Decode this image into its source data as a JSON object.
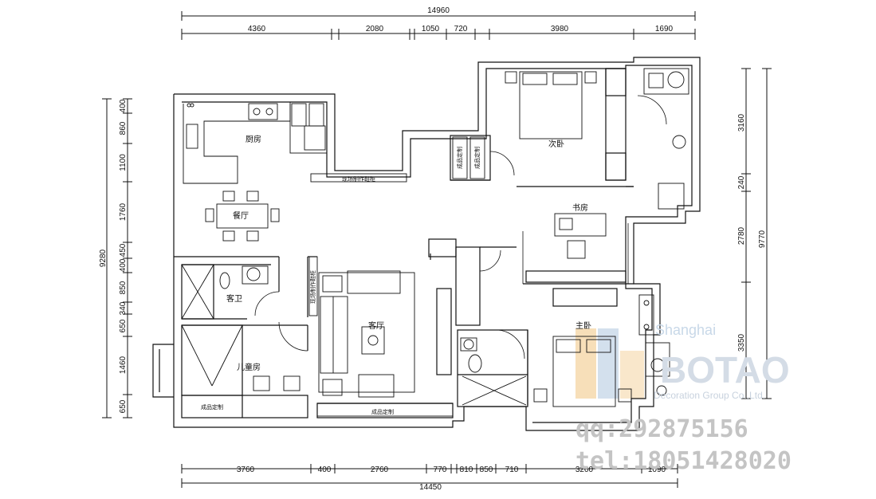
{
  "dims": {
    "top_total": "14960",
    "top": [
      "4360",
      "2080",
      "1050",
      "720",
      "3980",
      "1690"
    ],
    "bottom_total": "14450",
    "bottom": [
      "3760",
      "400",
      "2760",
      "770",
      "810",
      "850",
      "710",
      "3200",
      "1090"
    ],
    "left_total": "9280",
    "left": [
      "400",
      "860",
      "1100",
      "1760",
      "450",
      "400",
      "850",
      "340",
      "650",
      "1460",
      "650"
    ],
    "right_total": "9770",
    "right": [
      "3160",
      "240",
      "2780",
      "3350"
    ]
  },
  "rooms": {
    "kitchen": "厨房",
    "dining": "餐厅",
    "guest_bath": "客卫",
    "kids_room": "儿童房",
    "living": "客厅",
    "second_bedroom": "次卧",
    "study": "书房",
    "master_bedroom": "主卧"
  },
  "labels": {
    "onsite_cabinet_top": "现场制作鞋柜",
    "onsite_cabinet_living": "现场制作鞋柜",
    "finished_custom_1": "成品定制",
    "finished_custom_2": "成品定制",
    "finished_custom_kids": "成品定制",
    "finished_custom_tv": "成品定制"
  },
  "watermark": {
    "city": "Shanghai",
    "brand": "BOTAO",
    "sub": "Decoration Group Co.,Ltd.",
    "qq": "qq:292875156",
    "tel": "tel:18051428020"
  },
  "colors": {
    "line": "#111111",
    "watermark_blue": "#c8d8e8",
    "watermark_orange": "#f5d7a8"
  }
}
